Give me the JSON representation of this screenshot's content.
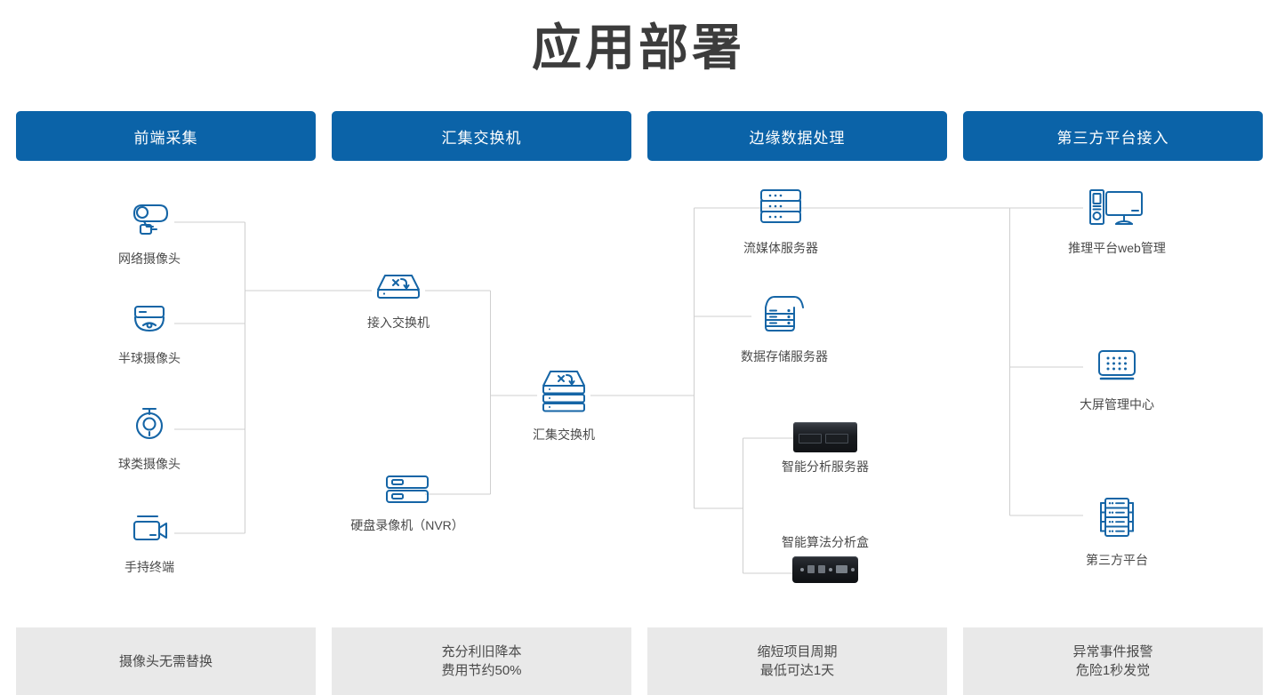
{
  "page": {
    "title": "应用部署",
    "accent_blue": "#0b63a8",
    "icon_blue": "#1565a6",
    "wire_gray": "#cfcfcf",
    "footer_bg": "#e9e9e9",
    "text_gray": "#4a4a4a"
  },
  "columns": [
    {
      "id": "front-end-capture",
      "header": "前端采集",
      "footer": [
        "摄像头无需替换"
      ],
      "nodes": [
        {
          "id": "network-camera",
          "label": "网络摄像头",
          "icon": "bullet-camera-icon"
        },
        {
          "id": "dome-camera",
          "label": "半球摄像头",
          "icon": "dome-camera-icon"
        },
        {
          "id": "ptz-camera",
          "label": "球类摄像头",
          "icon": "ptz-camera-icon"
        },
        {
          "id": "handheld-device",
          "label": "手持终端",
          "icon": "camcorder-icon"
        }
      ]
    },
    {
      "id": "aggregation-switch",
      "header": "汇集交换机",
      "footer": [
        "充分利旧降本",
        "费用节约50%"
      ],
      "nodes": [
        {
          "id": "access-switch",
          "label": "接入交换机",
          "icon": "network-switch-icon"
        },
        {
          "id": "nvr",
          "label": "硬盘录像机（NVR）",
          "icon": "nvr-rack-icon"
        }
      ]
    },
    {
      "id": "edge-data-processing",
      "header": "边缘数据处理",
      "footer": [
        "缩短项目周期",
        "最低可达1天"
      ],
      "nodes": [
        {
          "id": "streaming-media-server",
          "label": "流媒体服务器",
          "icon": "stacked-server-icon"
        },
        {
          "id": "data-storage-server",
          "label": "数据存储服务器",
          "icon": "storage-server-icon"
        },
        {
          "id": "ai-analysis-server",
          "label": "智能分析服务器",
          "icon": "rack-server-photo"
        },
        {
          "id": "ai-algorithm-box",
          "label": "智能算法分析盒",
          "icon": "edge-box-photo"
        }
      ]
    },
    {
      "id": "third-party-platform-access",
      "header": "第三方平台接入",
      "footer": [
        "异常事件报警",
        "危险1秒发觉"
      ],
      "nodes": [
        {
          "id": "inference-web-admin",
          "label": "推理平台web管理",
          "icon": "desktop-pc-icon"
        },
        {
          "id": "video-wall-center",
          "label": "大屏管理中心",
          "icon": "video-wall-icon"
        },
        {
          "id": "third-party-platform",
          "label": "第三方平台",
          "icon": "server-rack-icon"
        }
      ]
    }
  ],
  "center_node": {
    "id": "core-aggregation-switch",
    "label": "汇集交换机",
    "icon": "stacked-switch-icon"
  }
}
